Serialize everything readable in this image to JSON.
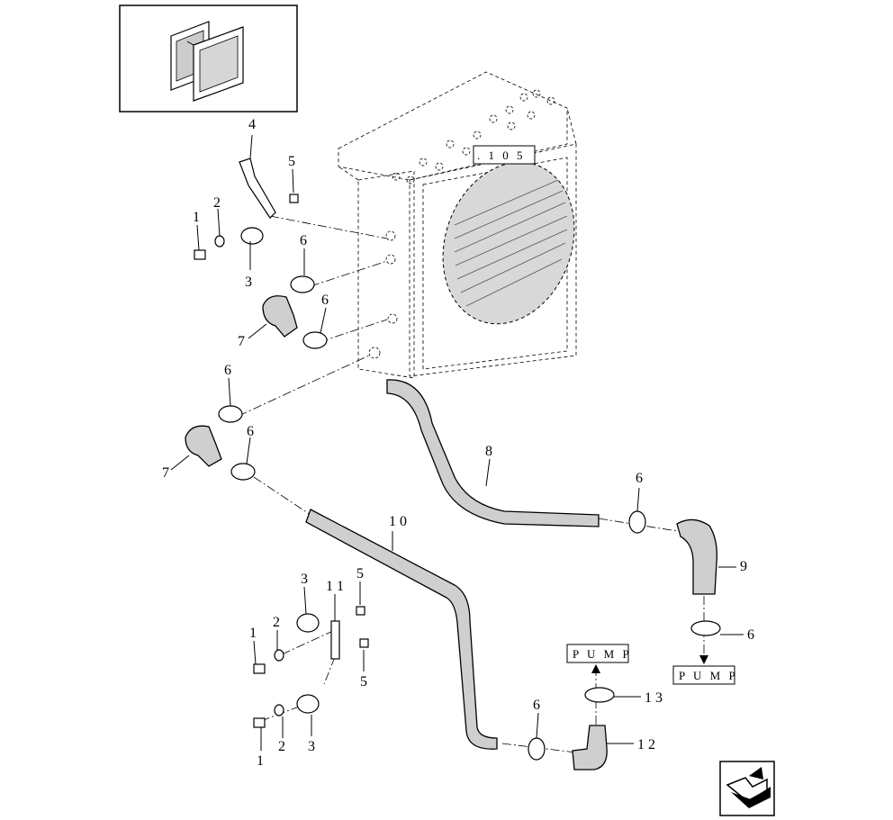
{
  "diagram": {
    "reference_label": ". 1 0 5",
    "pump_labels": [
      "P U M P",
      "P U M P"
    ],
    "callouts": [
      {
        "id": "c4",
        "text": "4"
      },
      {
        "id": "c5a",
        "text": "5"
      },
      {
        "id": "c1a",
        "text": "1"
      },
      {
        "id": "c2a",
        "text": "2"
      },
      {
        "id": "c3a",
        "text": "3"
      },
      {
        "id": "c6a",
        "text": "6"
      },
      {
        "id": "c6b",
        "text": "6"
      },
      {
        "id": "c7a",
        "text": "7"
      },
      {
        "id": "c6c",
        "text": "6"
      },
      {
        "id": "c6d",
        "text": "6"
      },
      {
        "id": "c7b",
        "text": "7"
      },
      {
        "id": "c8",
        "text": "8"
      },
      {
        "id": "c6e",
        "text": "6"
      },
      {
        "id": "c10",
        "text": "1 0"
      },
      {
        "id": "c9",
        "text": "9"
      },
      {
        "id": "c3b",
        "text": "3"
      },
      {
        "id": "c11",
        "text": "1 1"
      },
      {
        "id": "c5b",
        "text": "5"
      },
      {
        "id": "c1b",
        "text": "1"
      },
      {
        "id": "c2b",
        "text": "2"
      },
      {
        "id": "c6f",
        "text": "6"
      },
      {
        "id": "c5c",
        "text": "5"
      },
      {
        "id": "c13",
        "text": "1 3"
      },
      {
        "id": "c6g",
        "text": "6"
      },
      {
        "id": "c12",
        "text": "1 2"
      },
      {
        "id": "c1c",
        "text": "1"
      },
      {
        "id": "c2c",
        "text": "2"
      },
      {
        "id": "c3c",
        "text": "3"
      }
    ]
  }
}
